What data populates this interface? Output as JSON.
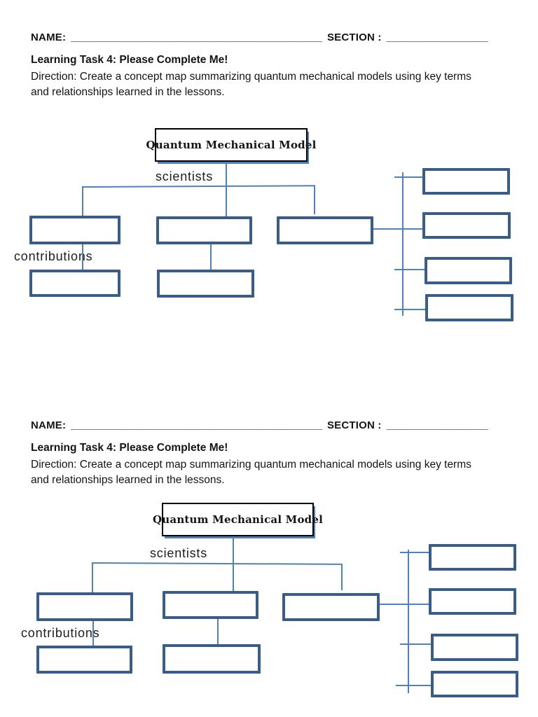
{
  "document": {
    "colors": {
      "box_border": "#385D8A",
      "connector_line": "#4F81BD",
      "root_box_border": "#000000",
      "root_box_shadow": "#4F81BD",
      "text": "#141414"
    },
    "sections": [
      {
        "header": {
          "name_label": "NAME:",
          "name_blank": "__________________________________________",
          "section_label": "SECTION :",
          "section_blank": "_________________",
          "task_title": "Learning Task 4: Please Complete Me!",
          "direction": " Direction: Create a concept map summarizing quantum mechanical models using key terms and relationships learned in the lessons."
        },
        "concept_map": {
          "root_label": "Quantum Mechanical Model",
          "branch_label_scientists": "scientists",
          "branch_label_contributions": "contributions",
          "empty_scientist_boxes": 3,
          "empty_contribution_boxes": 2,
          "empty_detail_boxes": 4
        }
      },
      {
        "header": {
          "name_label": "NAME:",
          "name_blank": "__________________________________________",
          "section_label": "SECTION :",
          "section_blank": "_________________",
          "task_title": "Learning Task 4: Please Complete Me!",
          "direction": " Direction: Create a concept map summarizing quantum mechanical models using key terms and relationships learned in the lessons."
        },
        "concept_map": {
          "root_label": "Quantum Mechanical Model",
          "branch_label_scientists": "scientists",
          "branch_label_contributions": "contributions",
          "empty_scientist_boxes": 3,
          "empty_contribution_boxes": 2,
          "empty_detail_boxes": 4
        }
      }
    ]
  }
}
